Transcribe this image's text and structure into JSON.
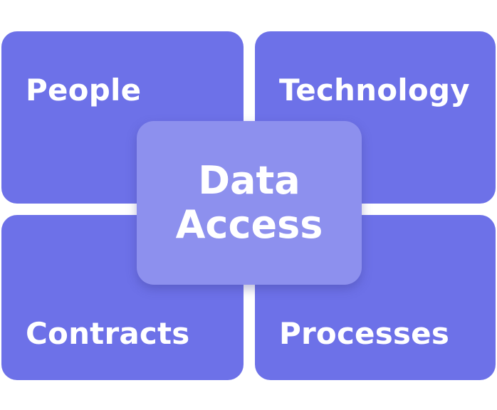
{
  "diagram": {
    "quadrants": {
      "top_left": "People",
      "top_right": "Technology",
      "bottom_left": "Contracts",
      "bottom_right": "Processes"
    },
    "center": {
      "line1": "Data",
      "line2": "Access"
    }
  },
  "colors": {
    "quadrant": "#6d71e8",
    "center": "#8d90ee",
    "text": "#ffffff"
  }
}
